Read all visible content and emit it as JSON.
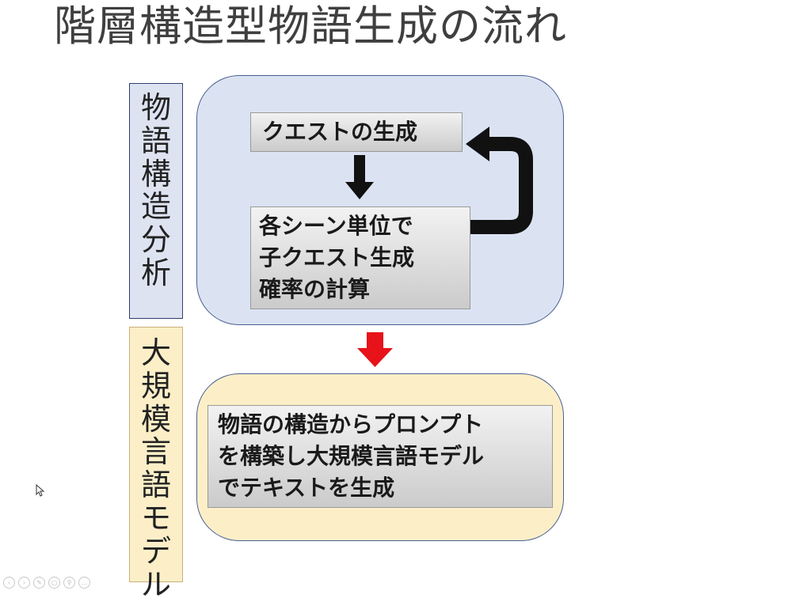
{
  "slide": {
    "title": "階層構造型物語生成の流れ"
  },
  "side_labels": {
    "story_analysis": [
      "物",
      "語",
      "構",
      "造",
      "分",
      "析"
    ],
    "llm": [
      "大",
      "規",
      "模",
      "言",
      "語",
      "モ",
      "デ",
      "ル"
    ]
  },
  "boxes": {
    "quest_generation": "クエストの生成",
    "scene_probability": [
      "各シーン単位で",
      "子クエスト生成",
      "確率の計算"
    ],
    "llm_generation": [
      "物語の構造からプロンプト",
      "を構築し大規模言語モデル",
      "でテキストを生成"
    ]
  },
  "colors": {
    "analysis_panel": "#dbe3f3",
    "llm_panel": "#fcefc8",
    "flow_arrow": "#111111",
    "transition_arrow": "#e8121a"
  },
  "toolbar": {
    "icons": [
      "prev-icon",
      "next-icon",
      "pen-icon",
      "slides-icon",
      "zoom-icon",
      "more-icon"
    ]
  }
}
